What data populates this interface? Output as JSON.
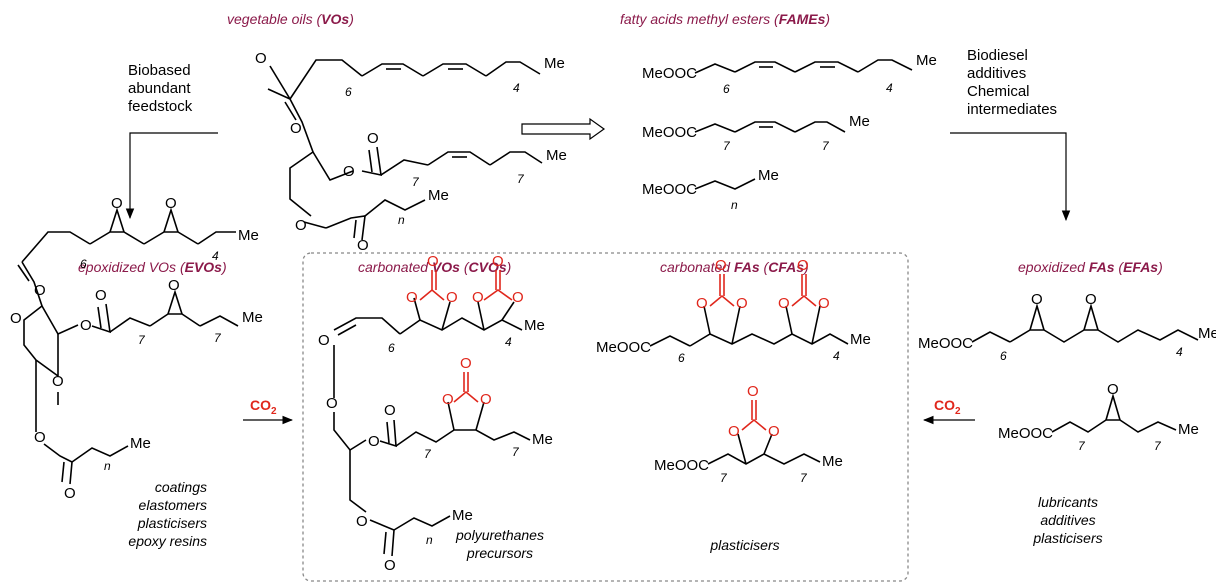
{
  "colors": {
    "title": "#8b1a4a",
    "accent": "#e0271c",
    "box_border": "#888888"
  },
  "titles": {
    "vo": {
      "pre": "vegetable oils (",
      "em": "VOs",
      "post": ")"
    },
    "fame": {
      "pre": "fatty acids methyl esters (",
      "em": "FAMEs",
      "post": ")"
    },
    "evo": {
      "pre": "epoxidized VOs (",
      "em": "EVOs",
      "post": ")"
    },
    "cvo": {
      "pre": "carbonated ",
      "em1": "VOs",
      "mid": " (",
      "em2": "CVOs",
      "post": ")"
    },
    "cfa": {
      "pre": "carbonated ",
      "em1": "FAs",
      "mid": " (",
      "em2": "CFAs",
      "post": ")"
    },
    "efa": {
      "pre": "epoxidized ",
      "em1": "FAs",
      "mid": " (",
      "em2": "EFAs",
      "post": ")"
    }
  },
  "notes": {
    "left": [
      "Biobased",
      "abundant",
      "feedstock"
    ],
    "right": [
      "Biodiesel",
      "additives",
      "Chemical",
      "intermediates"
    ]
  },
  "uses": {
    "evo": [
      "coatings",
      "elastomers",
      "plasticisers",
      "epoxy resins"
    ],
    "cvo": [
      "polyurethanes",
      "precursors"
    ],
    "cfa": [
      "plasticisers"
    ],
    "efa": [
      "lubricants",
      "additives",
      "plasticisers"
    ]
  },
  "reagent": "CO",
  "reagent_sub": "2",
  "atoms": {
    "O": "O",
    "Me": "Me",
    "MeOOC": "MeOOC"
  },
  "subscripts": {
    "s4": "4",
    "s6": "6",
    "s7": "7",
    "sn": "n"
  }
}
